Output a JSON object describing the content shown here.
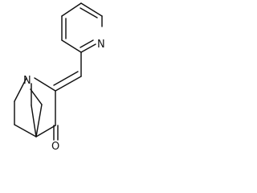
{
  "molecule": {
    "atoms": {
      "pyridine_nitrogen": "N",
      "bridgehead_nitrogen": "N",
      "carbonyl_oxygen": "O"
    }
  }
}
